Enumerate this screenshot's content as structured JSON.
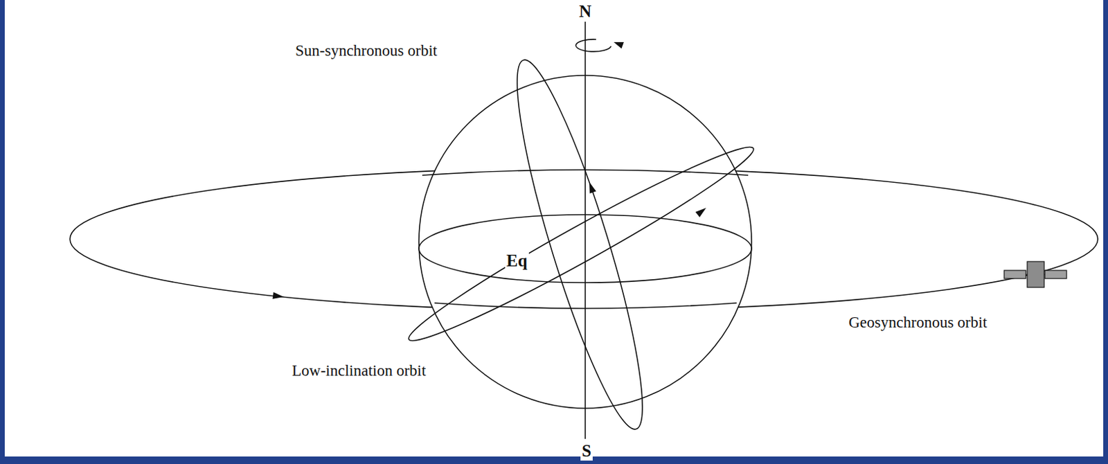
{
  "diagram": {
    "labels": [
      "Sun-synchronous orbit",
      "N",
      "Eq",
      "Low-inclination orbit",
      "Geosynchronous orbit",
      "S"
    ]
  }
}
